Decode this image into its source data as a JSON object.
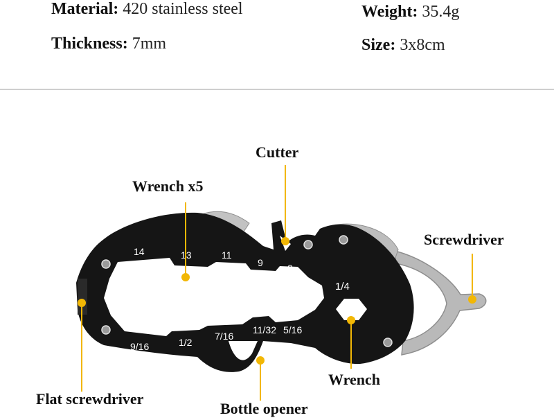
{
  "specs": {
    "material_label": "Material:",
    "material_value": " 420 stainless steel",
    "thickness_label": "Thickness:",
    "thickness_value": " 7mm",
    "weight_label": "Weight:",
    "weight_value": " 35.4g",
    "size_label": "Size:",
    "size_value": " 3x8cm"
  },
  "callouts": {
    "cutter": "Cutter",
    "wrench_x5": "Wrench x5",
    "screwdriver": "Screwdriver",
    "wrench": "Wrench",
    "flat_screwdriver": "Flat screwdriver",
    "bottle_opener": "Bottle opener"
  },
  "tool_markings": {
    "top_sizes": [
      "14",
      "13",
      "11",
      "9",
      "8"
    ],
    "hex_size": "1/4",
    "bottom_sizes": [
      "9/16",
      "1/2",
      "7/16",
      "11/32",
      "5/16"
    ]
  },
  "colors": {
    "accent": "#f2b705",
    "tool_body": "#151515",
    "steel": "#b9b9b9"
  }
}
